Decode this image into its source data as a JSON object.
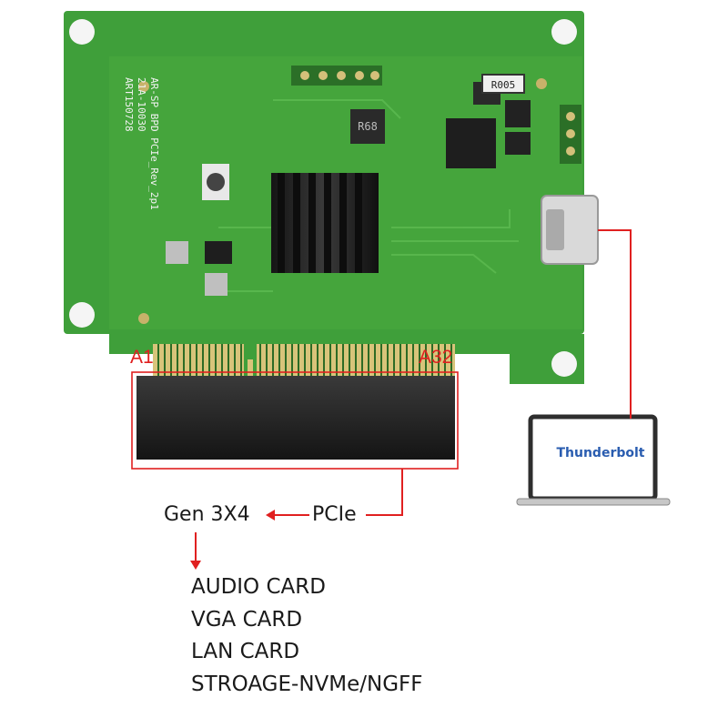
{
  "pins": {
    "left": "A1",
    "right": "A32",
    "left_top": "A1",
    "right_top": "A32"
  },
  "silkscreen": {
    "board_text": [
      "ART150728",
      "21A-10030",
      "AR-SP BPD PCIe_Rev_2p1"
    ],
    "resistor": "R68",
    "ground": "R005"
  },
  "laptop": {
    "label": "Thunderbolt"
  },
  "flow": {
    "pcie": "PCIe",
    "gen": "Gen 3X4"
  },
  "cards": [
    "AUDIO CARD",
    "VGA CARD",
    "LAN CARD",
    "STROAGE-NVMe/NGFF"
  ],
  "colors": {
    "pcb": "#3f9f3a",
    "pcb_light": "#5cb04f",
    "arrow": "#e02020",
    "heatsink": "#1c1c1c",
    "laptop_text": "#2a5db0"
  }
}
